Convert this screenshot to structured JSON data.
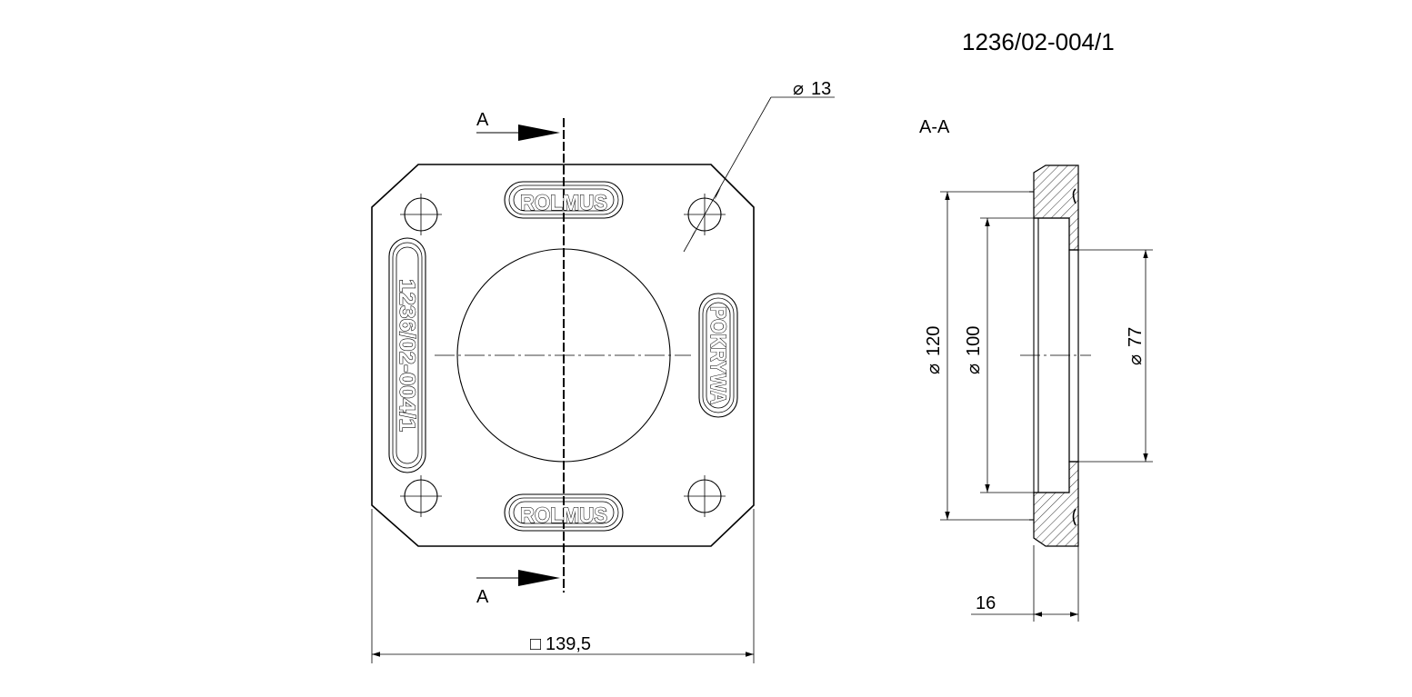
{
  "drawing": {
    "number": "1236/02-004/1",
    "section_label": "A-A",
    "cut_label_top": "A",
    "cut_label_bottom": "A"
  },
  "embossing": {
    "top": "ROLMUS",
    "bottom": "ROLMUS",
    "left": "1236/02-004/1",
    "right": "POKRYWA"
  },
  "dimensions": {
    "hole_dia": "13",
    "width_square": "139,5",
    "dia_120": "120",
    "dia_100": "100",
    "dia_77": "77",
    "thickness": "16"
  },
  "symbols": {
    "diameter": "⌀",
    "square": "□"
  }
}
